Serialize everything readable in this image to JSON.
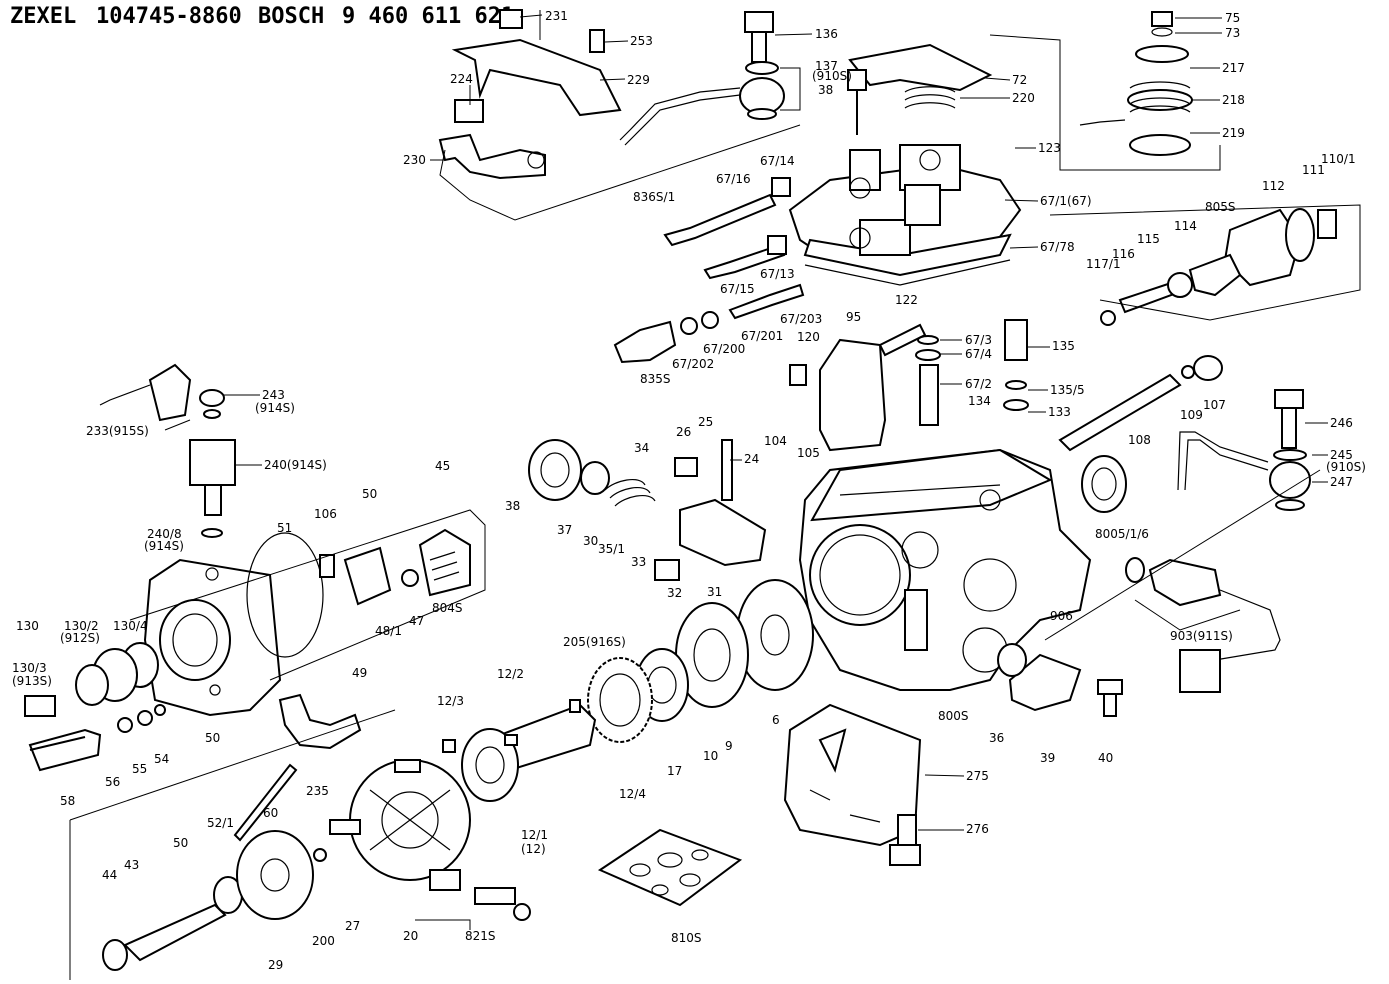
{
  "header": {
    "maker1": "ZEXEL",
    "number1": "104745-8860",
    "maker2": "BOSCH",
    "number2": "9 460 611 621"
  },
  "labels": [
    "231",
    "253",
    "229",
    "224",
    "230",
    "136",
    "137",
    "(910S)",
    "38",
    "72",
    "220",
    "75",
    "73",
    "217",
    "218",
    "219",
    "123",
    "67/14",
    "67/16",
    "836S/1",
    "67/1(67)",
    "67/78",
    "67/13",
    "67/15",
    "110/1",
    "111",
    "112",
    "805S",
    "114",
    "115",
    "116",
    "117/1",
    "67/203",
    "95",
    "122",
    "67/201",
    "67/200",
    "67/202",
    "835S",
    "120",
    "67/3",
    "67/4",
    "67/2",
    "135",
    "135/5",
    "134",
    "133",
    "109",
    "107",
    "108",
    "246",
    "245",
    "(910S)",
    "247",
    "243",
    "(914S)",
    "233(915S)",
    "240(914S)",
    "26",
    "25",
    "24",
    "34",
    "104",
    "105",
    "38",
    "37",
    "30",
    "35/1",
    "33",
    "32",
    "31",
    "8005/1/6",
    "45",
    "106",
    "50",
    "51",
    "240/8",
    "(914S)",
    "130",
    "130/2",
    "(912S)",
    "130/4",
    "130/3",
    "(913S)",
    "49",
    "48/1",
    "47",
    "804S",
    "906",
    "903(911S)",
    "205(916S)",
    "12/2",
    "12/3",
    "50",
    "54",
    "55",
    "56",
    "58",
    "60",
    "235",
    "10",
    "9",
    "6",
    "17",
    "12/4",
    "800S",
    "36",
    "39",
    "40",
    "275",
    "276",
    "52/1",
    "50",
    "43",
    "44",
    "29",
    "200",
    "27",
    "20",
    "821S",
    "12/1",
    "(12)",
    "810S"
  ]
}
